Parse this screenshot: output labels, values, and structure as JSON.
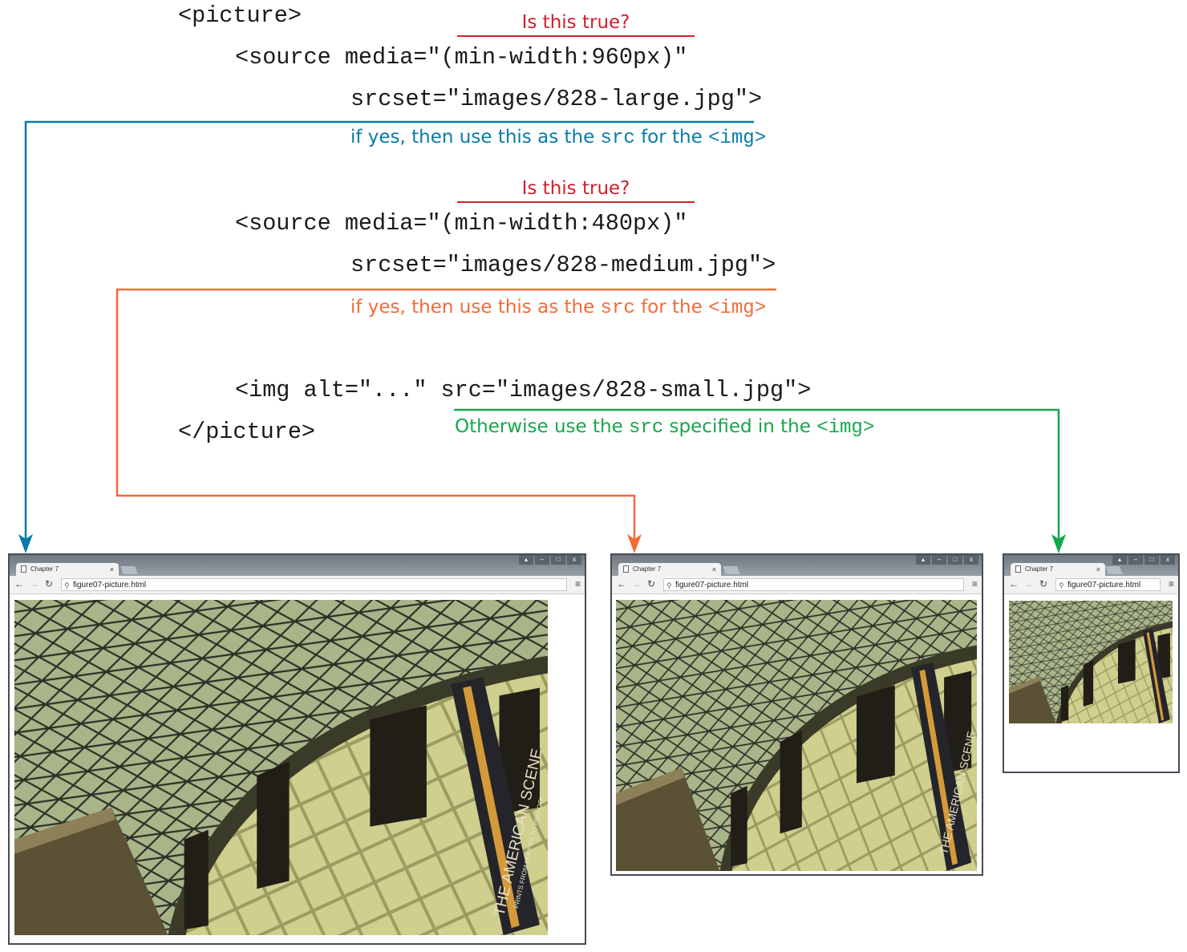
{
  "code": {
    "picture_open": "<picture>",
    "source1_media": "<source media=\"(min-width:960px)\"",
    "source1_srcset": "srcset=\"images/828-large.jpg\">",
    "source2_media": "<source media=\"(min-width:480px)\"",
    "source2_srcset": "srcset=\"images/828-medium.jpg\">",
    "img_tag": "<img alt=\"...\" src=\"images/828-small.jpg\">",
    "picture_close": "</picture>"
  },
  "annotations": {
    "question1": "Is this true?",
    "question2": "Is this true?",
    "yes1_pre": "if yes, then use this as the ",
    "yes1_src": "src",
    "yes1_mid": " for the ",
    "yes1_img": "<img>",
    "yes2_pre": "if yes, then use this as the ",
    "yes2_src": "src",
    "yes2_mid": " for the ",
    "yes2_img": "<img>",
    "otherwise_pre": "Otherwise use the ",
    "otherwise_src": "src",
    "otherwise_mid": " specified in the ",
    "otherwise_img": "<img>"
  },
  "colors": {
    "question": "#d0202e",
    "large": "#0a7aa8",
    "medium": "#f26b38",
    "small": "#13a84a"
  },
  "browsers": [
    {
      "size": "large",
      "tab_title": "Chapter 7",
      "url": "figure07-picture.html"
    },
    {
      "size": "medium",
      "tab_title": "Chapter 7",
      "url": "figure07-picture.html"
    },
    {
      "size": "small",
      "tab_title": "Chapter 7",
      "url": "figure07-picture.html"
    }
  ],
  "photo_banner": {
    "title": "THE AMERICAN SCENE",
    "subtitle": "PRINTS FROM HOPPER TO POLLOCK"
  }
}
